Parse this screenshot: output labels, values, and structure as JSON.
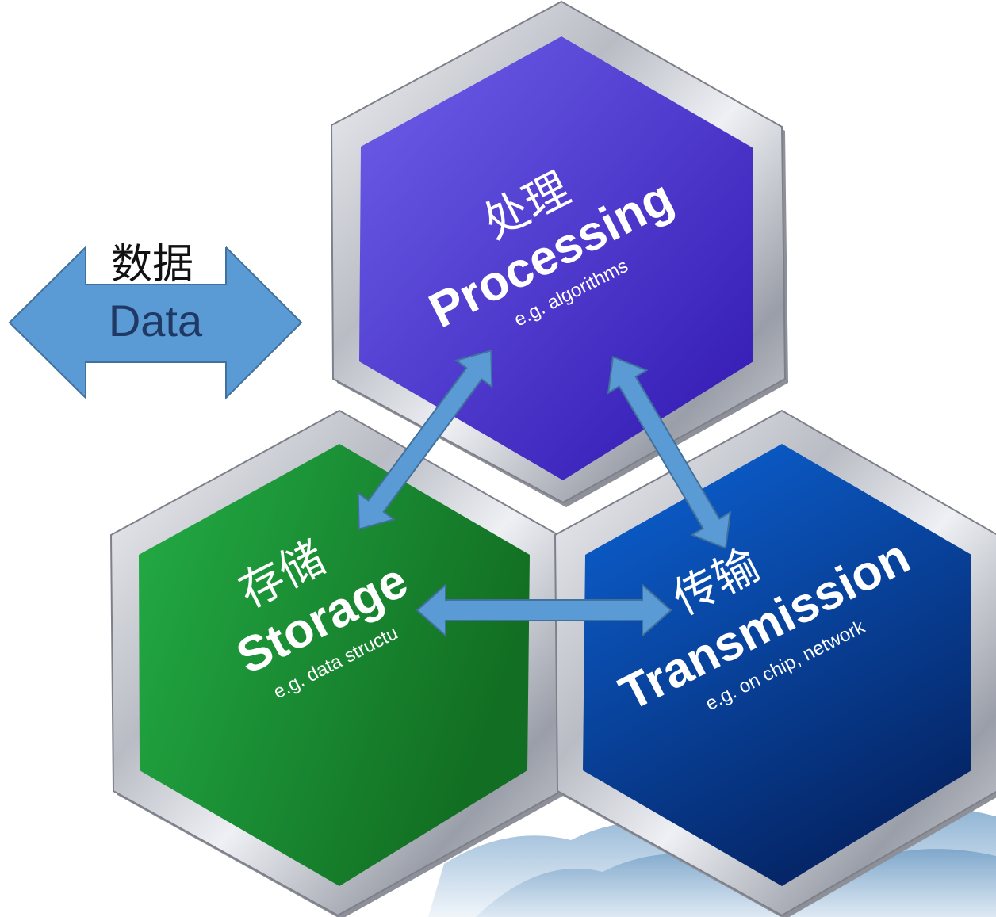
{
  "data_arrow": {
    "zh": "数据",
    "en": "Data"
  },
  "hexagons": {
    "processing": {
      "zh": "处理",
      "title": "Processing",
      "example": "e.g. algorithms"
    },
    "storage": {
      "zh": "存储",
      "title": "Storage",
      "example": "e.g. data structu"
    },
    "transmission": {
      "zh": "传输",
      "title": "Transmission",
      "example": "e.g. on chip, network"
    }
  },
  "colors": {
    "processing_top": "#6a5ae6",
    "processing_bottom": "#3b22b8",
    "storage_left": "#22aa44",
    "storage_right": "#137325",
    "transmission_top": "#0b5fd0",
    "transmission_bottom": "#062a6e",
    "arrow_fill": "#5b9bd5",
    "arrow_stroke": "#41719c",
    "data_text": "#1f3864"
  }
}
